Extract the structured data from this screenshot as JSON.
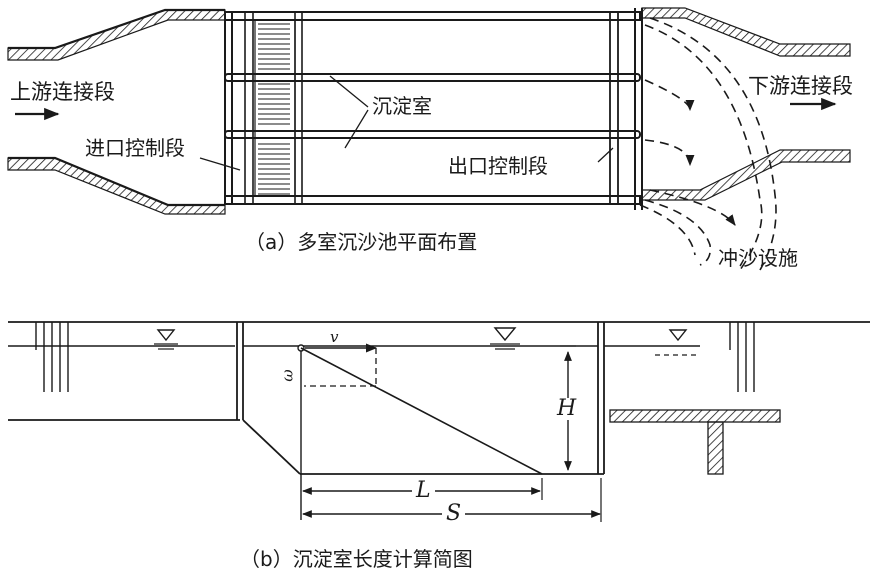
{
  "figure_a": {
    "caption": "（a）多室沉沙池平面布置",
    "upstream_label": "上游连接段",
    "downstream_label": "下游连接段",
    "inlet_control_label": "进口控制段",
    "outlet_control_label": "出口控制段",
    "chamber_label": "沉淀室",
    "flushing_label": "冲沙设施"
  },
  "figure_b": {
    "caption": "（b）沉淀室长度计算简图",
    "velocity_symbol": "v",
    "settling_symbol": "ω",
    "depth_symbol": "H",
    "length_symbol": "L",
    "total_length_symbol": "S"
  }
}
